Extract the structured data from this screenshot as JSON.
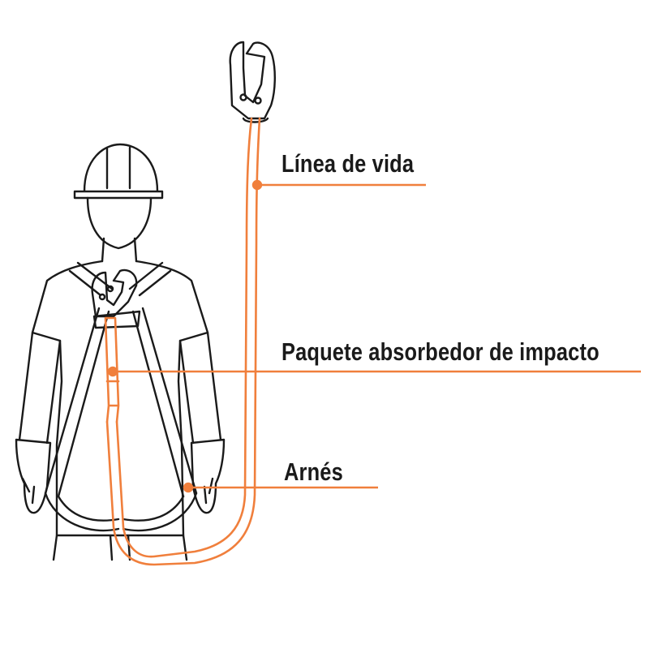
{
  "diagram": {
    "labels": [
      {
        "id": "lifeline",
        "text": "Línea de vida"
      },
      {
        "id": "shock-absorber",
        "text": "Paquete absorbedor de impacto"
      },
      {
        "id": "harness",
        "text": "Arnés"
      }
    ],
    "colors": {
      "accent": "#f07f3c",
      "line_art": "#1a1a1a",
      "background": "#ffffff"
    }
  }
}
